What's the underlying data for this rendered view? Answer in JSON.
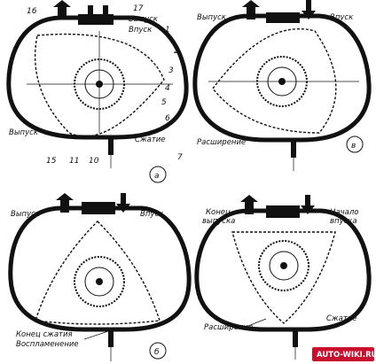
{
  "diagram": {
    "panels": {
      "a": {
        "letter": "а",
        "labels": {
          "vypusk_top": "Выпуск",
          "vpusk": "Впуск",
          "vypusk_left": "Выпуск",
          "szhatie": "Сжатие"
        },
        "numbers": [
          "16",
          "17",
          "1",
          "2",
          "3",
          "4",
          "5",
          "6",
          "7",
          "10",
          "11",
          "15"
        ]
      },
      "v": {
        "letter": "в",
        "labels": {
          "vypusk": "Выпуск",
          "vpusk": "Впуск",
          "rasshirenie": "Расширение"
        }
      },
      "b": {
        "letter": "б",
        "labels": {
          "vypusk": "Выпуск",
          "vpusk": "Впуск",
          "konets_szhatiya": "Конец сжатия",
          "vosplamenenie": "Воспламенение"
        }
      },
      "g": {
        "labels": {
          "konets": "Конец",
          "vypuska": "выпуска",
          "nachalo": "Начало",
          "vpuska": "впуска",
          "rasshirenie": "Расширение",
          "szhatie": "Сжатие"
        }
      }
    },
    "watermark": "AUTO-WIKI.RU"
  }
}
